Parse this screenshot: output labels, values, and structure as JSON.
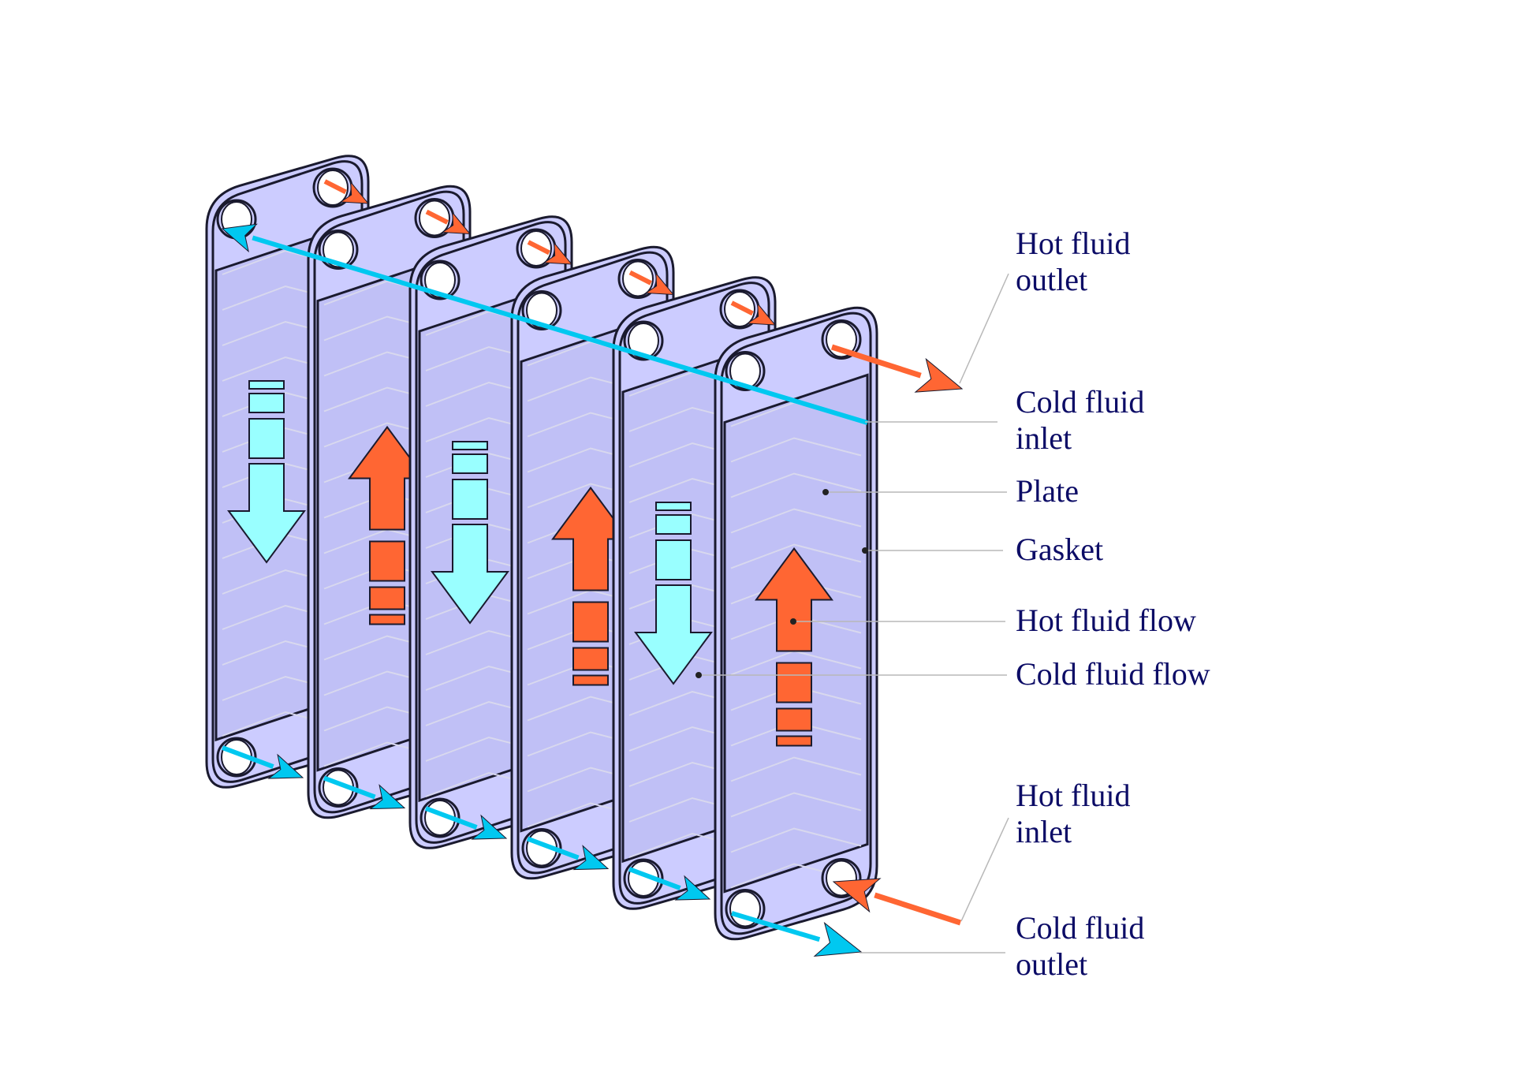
{
  "labels": {
    "hot_outlet_1": "Hot fluid",
    "hot_outlet_2": "outlet",
    "cold_inlet_1": "Cold fluid",
    "cold_inlet_2": "inlet",
    "plate": "Plate",
    "gasket": "Gasket",
    "hot_flow": "Hot fluid flow",
    "cold_flow": "Cold fluid flow",
    "hot_inlet_1": "Hot fluid",
    "hot_inlet_2": "inlet",
    "cold_outlet_1": "Cold fluid",
    "cold_outlet_2": "outlet"
  },
  "plates": [
    {
      "flow": "cold",
      "direction": "down"
    },
    {
      "flow": "hot",
      "direction": "up"
    },
    {
      "flow": "cold",
      "direction": "down"
    },
    {
      "flow": "hot",
      "direction": "up"
    },
    {
      "flow": "cold",
      "direction": "down"
    },
    {
      "flow": "hot",
      "direction": "up"
    }
  ],
  "colors": {
    "hot": "#ff6633",
    "cold": "#00c8f0",
    "cold_arrow_fill": "#99ffff",
    "plate_fill": "#ccccff",
    "plate_inner": "#c0c0f6",
    "outline": "#1a1a2e",
    "label_text": "#0c0c66",
    "leader_line": "#b8b8b8"
  }
}
